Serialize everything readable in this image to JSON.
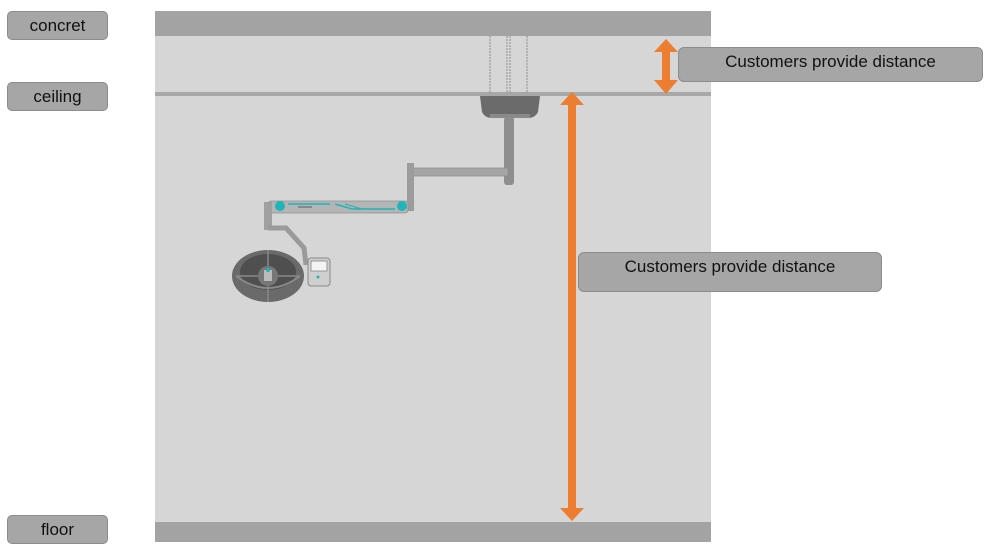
{
  "labels": {
    "concrete": "concret",
    "ceiling": "ceiling",
    "floor": "floor"
  },
  "dimensions": {
    "upper": "Customers provide distance",
    "lower": "Customers provide distance"
  },
  "colors": {
    "arrow": "#ed7d31",
    "slab": "#a3a3a3",
    "room": "#d6d6d6",
    "label_bg": "#a6a6a6",
    "accent_teal": "#1fb5b8"
  },
  "icons": {
    "arrow_upper": "double-arrow-vertical",
    "arrow_lower": "double-arrow-vertical",
    "lamp": "surgical-light"
  }
}
